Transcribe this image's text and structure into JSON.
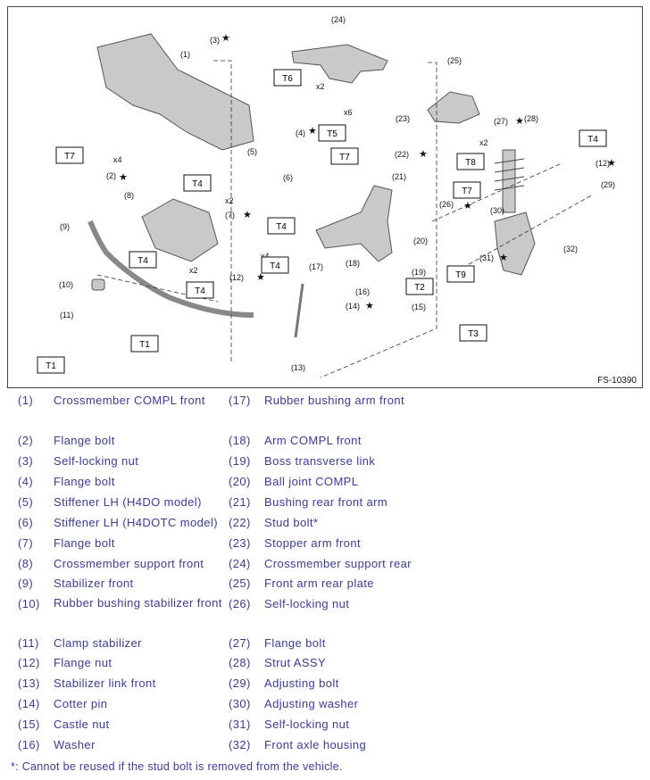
{
  "figure": {
    "code": "FS-10390",
    "callouts": [
      "(1)",
      "(2)",
      "(3)",
      "(4)",
      "(5)",
      "(6)",
      "(7)",
      "(8)",
      "(9)",
      "(10)",
      "(11)",
      "(12)",
      "(12)",
      "(13)",
      "(14)",
      "(15)",
      "(16)",
      "(17)",
      "(18)",
      "(19)",
      "(20)",
      "(21)",
      "(22)",
      "(23)",
      "(24)",
      "(25)",
      "(26)",
      "(27)",
      "(28)",
      "(29)",
      "(30)",
      "(31)",
      "(32)"
    ],
    "torque_boxes": [
      "T1",
      "T1",
      "T2",
      "T3",
      "T4",
      "T4",
      "T4",
      "T4",
      "T4",
      "T4",
      "T5",
      "T6",
      "T7",
      "T7",
      "T7",
      "T8",
      "T9"
    ],
    "multipliers": [
      "x4",
      "x2",
      "x2",
      "x4",
      "x2",
      "x6",
      "x2"
    ],
    "star": "★"
  },
  "legend": [
    {
      "num": "(1)",
      "text": "Crossmember COMPL front"
    },
    {
      "num": "(2)",
      "text": "Flange bolt"
    },
    {
      "num": "(3)",
      "text": "Self-locking nut"
    },
    {
      "num": "(4)",
      "text": "Flange bolt"
    },
    {
      "num": "(5)",
      "text": "Stiffener LH (H4DO model)"
    },
    {
      "num": "(6)",
      "text": "Stiffener LH (H4DOTC model)"
    },
    {
      "num": "(7)",
      "text": "Flange bolt"
    },
    {
      "num": "(8)",
      "text": "Crossmember support front"
    },
    {
      "num": "(9)",
      "text": "Stabilizer front"
    },
    {
      "num": "(10)",
      "text": "Rubber bushing stabilizer front"
    },
    {
      "num": "(11)",
      "text": "Clamp stabilizer"
    },
    {
      "num": "(12)",
      "text": "Flange nut"
    },
    {
      "num": "(13)",
      "text": "Stabilizer link front"
    },
    {
      "num": "(14)",
      "text": "Cotter pin"
    },
    {
      "num": "(15)",
      "text": "Castle nut"
    },
    {
      "num": "(16)",
      "text": "Washer"
    },
    {
      "num": "(17)",
      "text": "Rubber bushing arm front"
    },
    {
      "num": "(18)",
      "text": "Arm COMPL front"
    },
    {
      "num": "(19)",
      "text": "Boss transverse link"
    },
    {
      "num": "(20)",
      "text": "Ball joint COMPL"
    },
    {
      "num": "(21)",
      "text": "Bushing rear front arm"
    },
    {
      "num": "(22)",
      "text": "Stud bolt*"
    },
    {
      "num": "(23)",
      "text": "Stopper arm front"
    },
    {
      "num": "(24)",
      "text": "Crossmember support rear"
    },
    {
      "num": "(25)",
      "text": "Front arm rear plate"
    },
    {
      "num": "(26)",
      "text": "Self-locking nut"
    },
    {
      "num": "(27)",
      "text": "Flange bolt"
    },
    {
      "num": "(28)",
      "text": "Strut ASSY"
    },
    {
      "num": "(29)",
      "text": "Adjusting bolt"
    },
    {
      "num": "(30)",
      "text": "Adjusting washer"
    },
    {
      "num": "(31)",
      "text": "Self-locking nut"
    },
    {
      "num": "(32)",
      "text": "Front axle housing"
    }
  ],
  "footnote": "*: Cannot be reused if the stud bolt is removed from the vehicle."
}
